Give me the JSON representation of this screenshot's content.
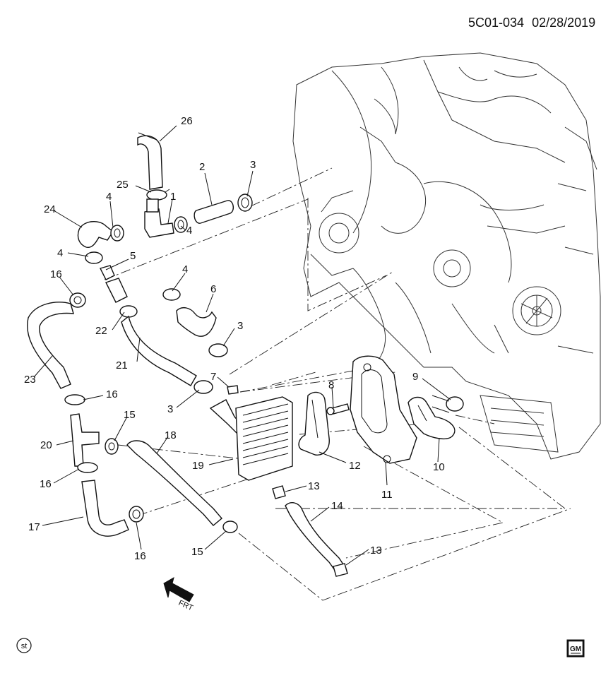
{
  "diagram_ref": "5C01-034",
  "diagram_date": "02/28/2019",
  "callouts": [
    "26",
    "25",
    "1",
    "2",
    "3",
    "4",
    "24",
    "4",
    "4",
    "5",
    "16",
    "4",
    "6",
    "22",
    "21",
    "3",
    "23",
    "16",
    "7",
    "3",
    "8",
    "9",
    "15",
    "18",
    "20",
    "19",
    "12",
    "10",
    "11",
    "16",
    "13",
    "14",
    "17",
    "16",
    "15",
    "13"
  ],
  "front_indicator": "FRT",
  "footer_badge": "st",
  "brand_logo": "GM"
}
